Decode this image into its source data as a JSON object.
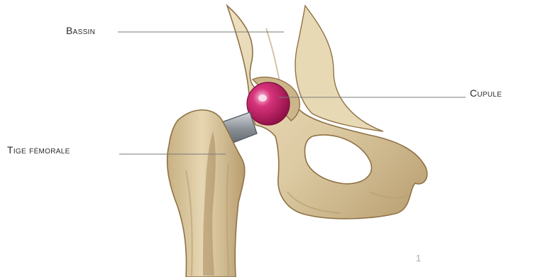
{
  "labels": {
    "bassin": "Bassin",
    "cupule": "Cupule",
    "tige_femorale": "Tige fémorale"
  },
  "figure_number": "1",
  "colors": {
    "bone": "#dccaa2",
    "bone_shadow": "#b89d6f",
    "bone_dark": "#8f7246",
    "implant_cup": "#c21d63",
    "implant_highlight": "#f2a8c8",
    "metal": "#8a8f96",
    "leader_line": "#7a7a7a",
    "text": "#2a2a2a"
  },
  "icons": {
    "figure": "hip-prosthesis-illustration"
  }
}
